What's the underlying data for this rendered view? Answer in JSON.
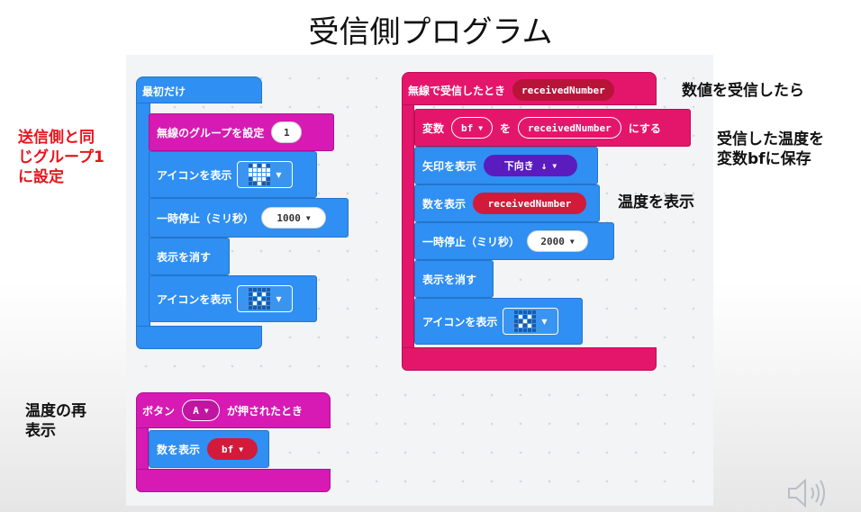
{
  "title": "受信側プログラム",
  "notes": {
    "same_group": "送信側と同\nじグループ1\nに設定",
    "redisplay_temp": "温度の再\n表示",
    "on_receive_number": "数値を受信したら",
    "save_to_bf": "受信した温度を\n変数bfに保存",
    "show_temp": "温度を表示"
  },
  "colors": {
    "basic_blue": "#2f8ff2",
    "radio_magenta": "#d71ab3",
    "variable_pink": "#e4166b",
    "led_purple": "#4b0fa8",
    "note_red": "#e8141b"
  },
  "blocks": {
    "on_start": {
      "label": "最初だけ",
      "radio_group_label": "無線のグループを設定",
      "radio_group_value": "1",
      "show_icon_1_label": "アイコンを表示",
      "pause_label": "一時停止（ミリ秒）",
      "pause_value": "1000",
      "clear_label": "表示を消す",
      "show_icon_2_label": "アイコンを表示"
    },
    "on_radio_received": {
      "label": "無線で受信したとき",
      "param": "receivedNumber",
      "set_var_prefix": "変数",
      "var_name": "bf",
      "set_var_mid": "を",
      "set_var_value": "receivedNumber",
      "set_var_suffix": "にする",
      "arrow_label": "矢印を表示",
      "arrow_value": "下向き",
      "arrow_glyph": "↓",
      "show_number_label": "数を表示",
      "show_number_value": "receivedNumber",
      "pause_label": "一時停止（ミリ秒）",
      "pause_value": "2000",
      "clear_label": "表示を消す",
      "show_icon_label": "アイコンを表示"
    },
    "on_button": {
      "label_prefix": "ボタン",
      "button_value": "A",
      "label_suffix": "が押されたとき",
      "show_number_label": "数を表示",
      "show_number_value": "bf"
    }
  },
  "icons": {
    "heart": [
      0,
      1,
      0,
      1,
      0,
      1,
      1,
      1,
      1,
      1,
      1,
      1,
      1,
      1,
      1,
      0,
      1,
      1,
      1,
      0,
      0,
      0,
      1,
      0,
      0
    ],
    "small_heart": [
      0,
      0,
      0,
      0,
      0,
      0,
      1,
      0,
      1,
      0,
      0,
      0,
      1,
      0,
      0,
      0,
      1,
      0,
      1,
      0,
      0,
      0,
      0,
      0,
      0
    ]
  }
}
